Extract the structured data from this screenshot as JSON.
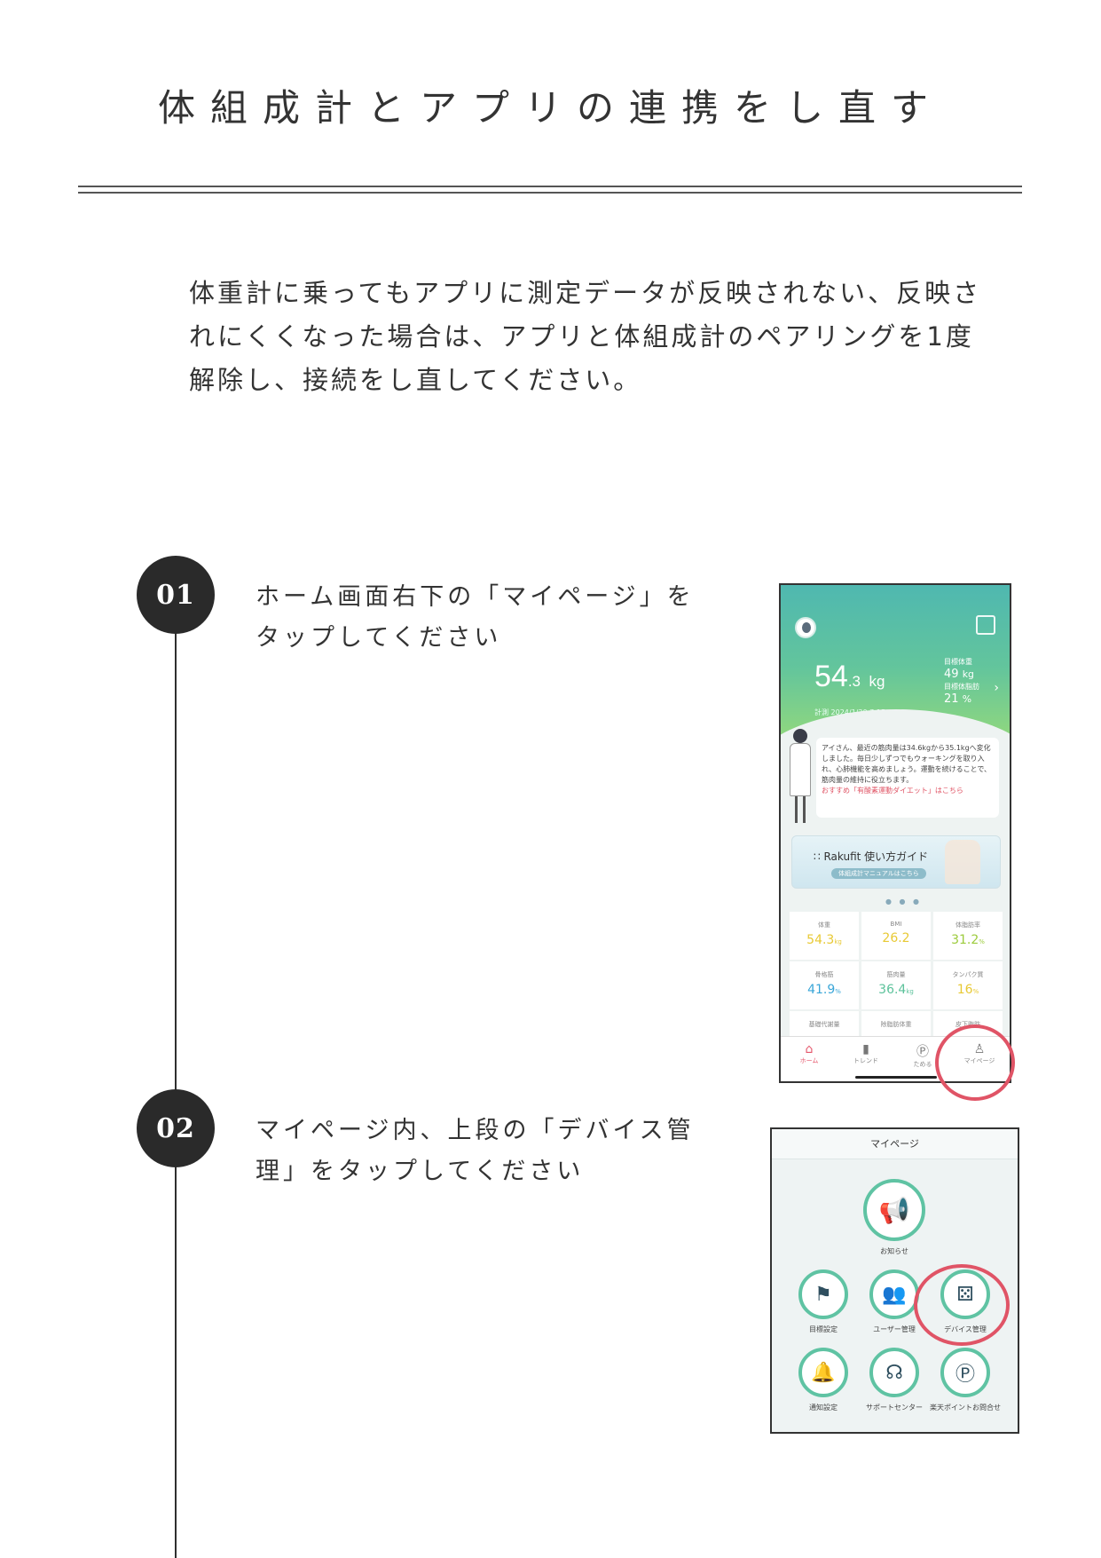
{
  "title": "体組成計とアプリの連携をし直す",
  "intro": "体重計に乗ってもアプリに測定データが反映されない、反映されにくくなった場合は、アプリと体組成計のペアリングを1度解除し、接続をし直してください。",
  "steps": [
    {
      "number": "01",
      "text": "ホーム画面右下の「マイページ」をタップしてください"
    },
    {
      "number": "02",
      "text": "マイページ内、上段の「デバイス管理」をタップしてください"
    }
  ],
  "home_screen": {
    "weight_value": "54",
    "weight_decimal": ".3",
    "weight_unit": "kg",
    "measured": "計測 2024/1/30 7:15",
    "goal_weight_label": "目標体重",
    "goal_weight": "49",
    "goal_weight_unit": "kg",
    "goal_fat_label": "目標体脂肪",
    "goal_fat": "21",
    "goal_fat_unit": "%",
    "advice": "アイさん、最近の筋肉量は34.6kgから35.1kgへ変化しました。毎日少しずつでもウォーキングを取り入れ、心肺機能を高めましょう。運動を続けることで、筋肉量の維持に役立ちます。",
    "advice_link": "おすすめ「有酸素運動ダイエット」はこちら",
    "guide_title": "∷ Rakufit 使い方ガイド",
    "guide_sub": "体組成計マニュアルはこちら",
    "metrics": [
      {
        "label": "体重",
        "value": "54.3",
        "unit": "kg",
        "color": "#e8c934"
      },
      {
        "label": "BMI",
        "value": "26.2",
        "unit": "",
        "color": "#e8c934"
      },
      {
        "label": "体脂肪率",
        "value": "31.2",
        "unit": "%",
        "color": "#9ccb3c"
      },
      {
        "label": "骨格筋",
        "value": "41.9",
        "unit": "%",
        "color": "#3aa6d8"
      },
      {
        "label": "筋肉量",
        "value": "36.4",
        "unit": "kg",
        "color": "#5cc29b"
      },
      {
        "label": "タンパク質",
        "value": "16",
        "unit": "%",
        "color": "#e8c934"
      },
      {
        "label": "基礎代謝量",
        "value": "",
        "unit": "",
        "color": "#888888"
      },
      {
        "label": "除脂肪体重",
        "value": "",
        "unit": "",
        "color": "#888888"
      },
      {
        "label": "皮下脂肪",
        "value": "",
        "unit": "",
        "color": "#888888"
      }
    ],
    "tabs": [
      {
        "label": "ホーム",
        "icon": "home-icon",
        "glyph": "⌂"
      },
      {
        "label": "トレンド",
        "icon": "chart-icon",
        "glyph": "▮"
      },
      {
        "label": "ためる",
        "icon": "point-icon",
        "glyph": "Ⓟ"
      },
      {
        "label": "マイページ",
        "icon": "person-icon",
        "glyph": "♙"
      }
    ]
  },
  "mypage_screen": {
    "title": "マイページ",
    "items": [
      {
        "label": "お知らせ",
        "icon": "megaphone-icon",
        "glyph": "📢"
      },
      {
        "label": "目標設定",
        "icon": "stairs-flag-icon",
        "glyph": "⚑"
      },
      {
        "label": "ユーザー管理",
        "icon": "users-icon",
        "glyph": "👥"
      },
      {
        "label": "デバイス管理",
        "icon": "scale-icon",
        "glyph": "⚄"
      },
      {
        "label": "通知設定",
        "icon": "bell-icon",
        "glyph": "🔔"
      },
      {
        "label": "サポートセンター",
        "icon": "headset-icon",
        "glyph": "☊"
      },
      {
        "label": "楽天ポイントお問合せ",
        "icon": "rakuten-point-icon",
        "glyph": "Ⓟ"
      }
    ]
  },
  "colors": {
    "highlight_ring": "#e05466",
    "accent_green": "#5fc3a3",
    "text_dark": "#2b2b2b"
  }
}
